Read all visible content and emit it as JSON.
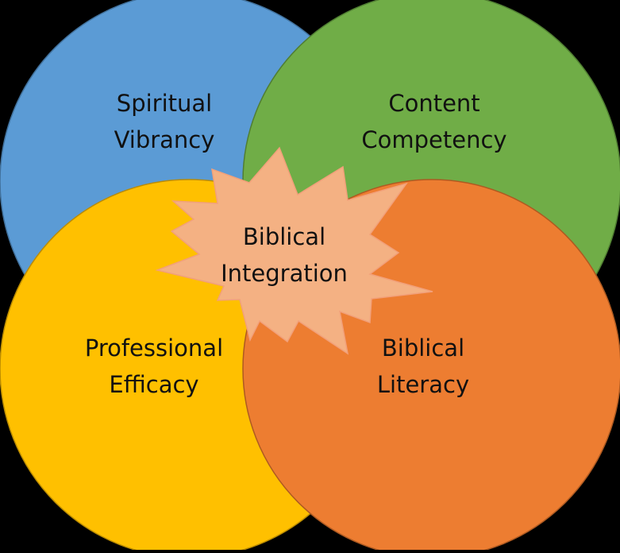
{
  "diagram": {
    "circles": {
      "spiritual_vibrancy": {
        "line1": "Spiritual",
        "line2": "Vibrancy",
        "color": "#5B9BD5"
      },
      "content_competency": {
        "line1": "Content",
        "line2": "Competency",
        "color": "#70AD47"
      },
      "professional_efficacy": {
        "line1": "Professional",
        "line2": "Efficacy",
        "color": "#FFC000"
      },
      "biblical_literacy": {
        "line1": "Biblical",
        "line2": "Literacy",
        "color": "#ED7D31"
      }
    },
    "center": {
      "line1": "Biblical",
      "line2": "Integration",
      "color": "#F4B183"
    }
  }
}
